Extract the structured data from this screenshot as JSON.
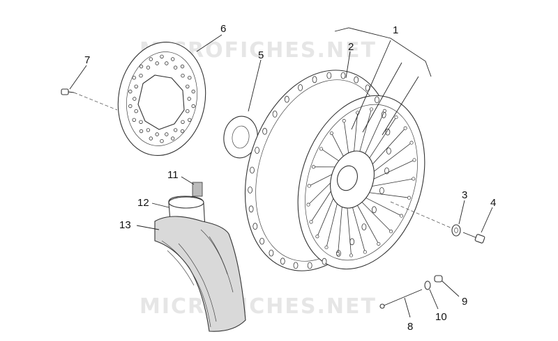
{
  "watermark": "MICROFICHES.NET",
  "callouts": {
    "c1": "1",
    "c2": "2",
    "c3": "3",
    "c4": "4",
    "c5": "5",
    "c6": "6",
    "c7": "7",
    "c8": "8",
    "c9": "9",
    "c10": "10",
    "c11": "11",
    "c12": "12",
    "c13": "13"
  },
  "colors": {
    "line": "#222222",
    "watermark": "#e6e6e6",
    "tire": "#d9d9d9",
    "sticker": "#bbbbbb"
  }
}
